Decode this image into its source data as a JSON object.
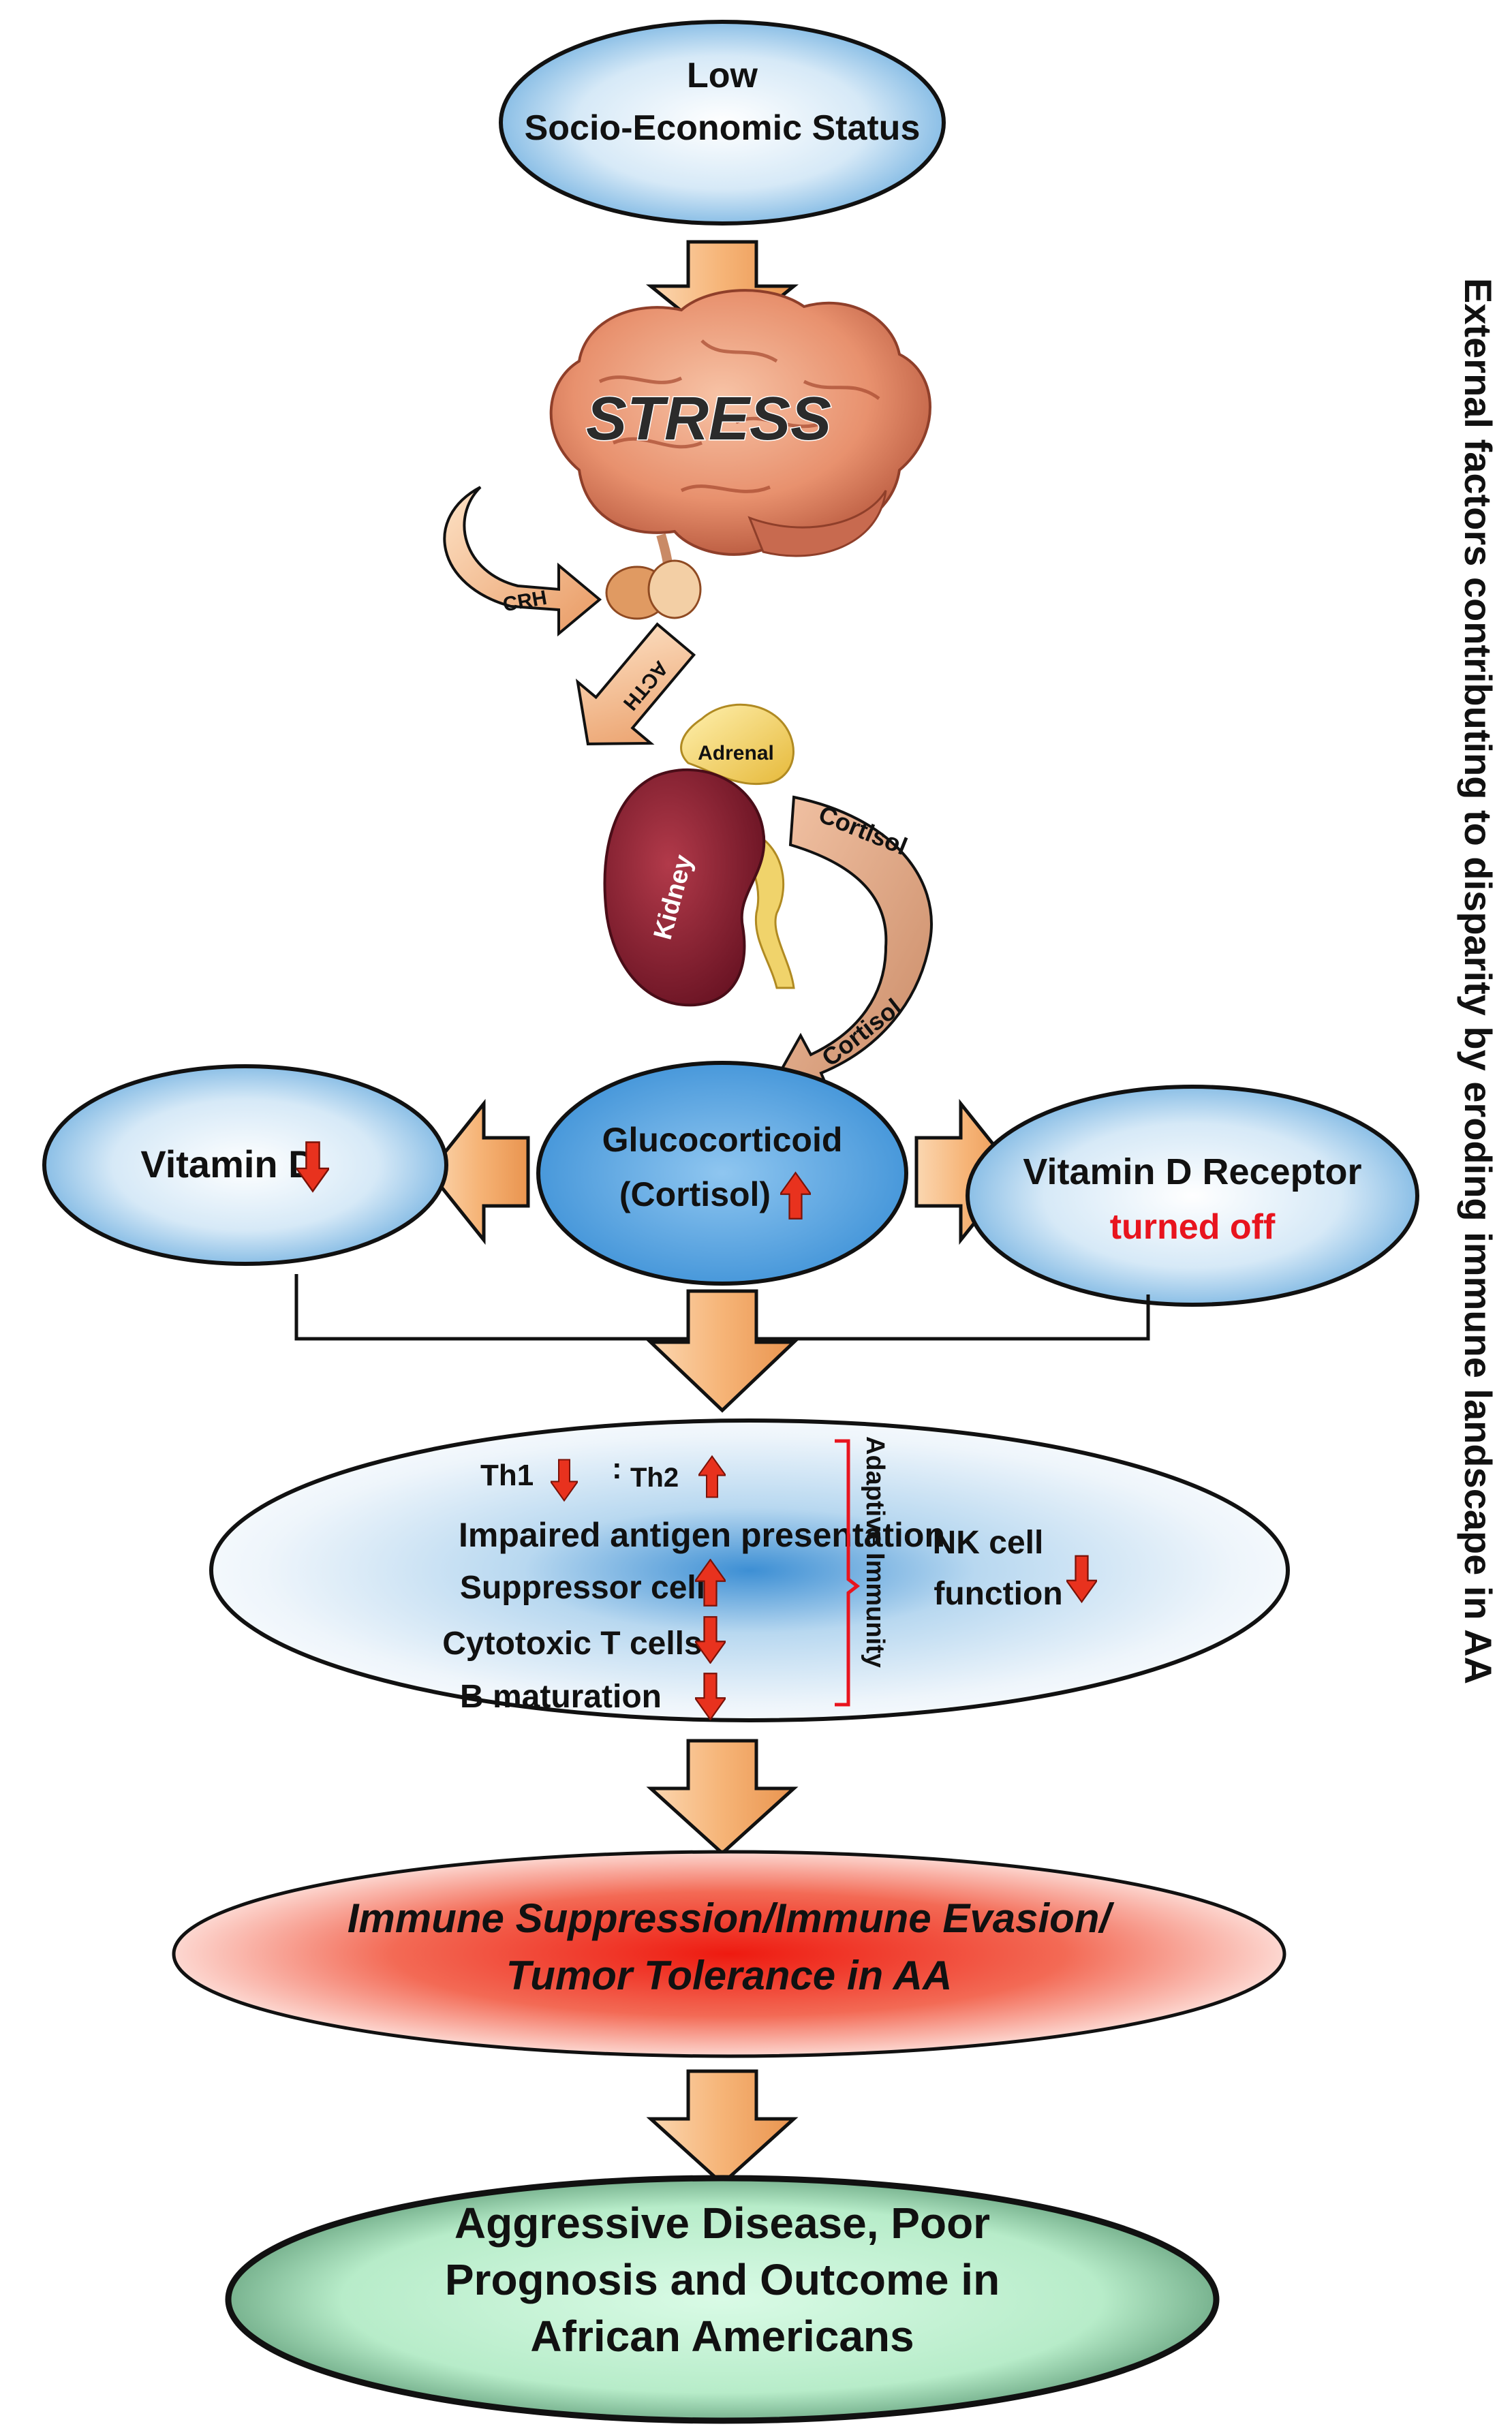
{
  "side_title": "External factors contributing to disparity by eroding immune landscape in AA",
  "ses": {
    "line1": "Low",
    "line2": "Socio-Economic Status"
  },
  "stress": {
    "label": "STRESS"
  },
  "hormones": {
    "crh": "CRH",
    "acth": "ACTH",
    "adrenal": "Adrenal",
    "kidney": "Kidney",
    "cortisol_top": "Cortisol",
    "cortisol_bottom": "Cortisol"
  },
  "center": {
    "line1": "Glucocorticoid",
    "line2": "(Cortisol)"
  },
  "vitd": {
    "label": "Vitamin D"
  },
  "vdr": {
    "line1": "Vitamin D Receptor",
    "line2": "turned off"
  },
  "immune": {
    "th1": "Th1",
    "colon": ":",
    "th2": "Th2",
    "items": [
      "Impaired antigen presentation",
      "Suppressor cell",
      "Cytotoxic T cells",
      "B maturation"
    ],
    "bracket_label": "Adaptive Immunity",
    "nk_line1": "NK cell",
    "nk_line2": "function"
  },
  "suppression": {
    "line1": "Immune Suppression/Immune Evasion/",
    "line2": "Tumor Tolerance  in AA"
  },
  "outcome": {
    "line1": "Aggressive Disease, Poor",
    "line2": "Prognosis and Outcome in",
    "line3": "African Americans"
  },
  "colors": {
    "blue": "#6aaee0",
    "orange_arrow": "#f6b77a",
    "red_arrow": "#e8321e",
    "red_text": "#e8141e",
    "outcome_green": "#c8f5d8"
  }
}
